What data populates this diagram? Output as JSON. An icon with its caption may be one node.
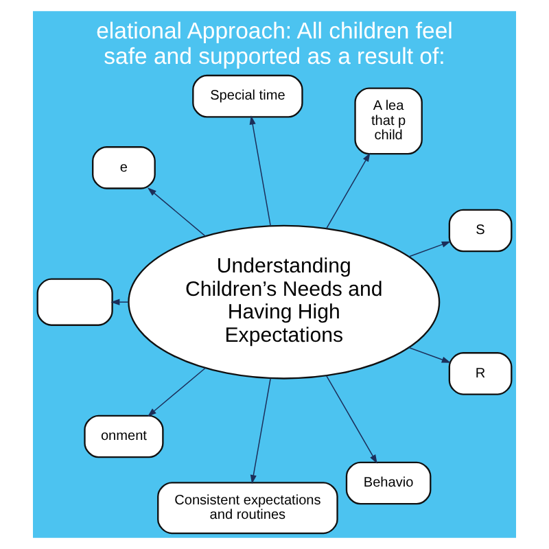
{
  "diagram": {
    "title": "elational Approach: All children feel safe and supported as a result of:",
    "nodes": [
      {
        "text": [
          "Special time"
        ]
      },
      {
        "text": [
          "e"
        ]
      },
      {
        "text": [
          "A lea that p child"
        ]
      },
      {
        "text": [
          "Understanding Children’s Needs and Having High Expectations"
        ]
      },
      {
        "text": [],
        "shape": "box"
      },
      {
        "text": [
          "S"
        ]
      },
      {
        "text": [
          "R"
        ]
      },
      {
        "text": [
          "onment"
        ]
      },
      {
        "text": [
          "Consistent expectations and routines"
        ]
      },
      {
        "text": [
          "Behavio"
        ]
      }
    ],
    "edges": [
      {
        "from": 3,
        "to": 0,
        "arrow": "to"
      },
      {
        "from": 3,
        "to": 1,
        "arrow": "to"
      },
      {
        "from": 3,
        "to": 2,
        "arrow": "to"
      },
      {
        "from": 3,
        "to": 4,
        "arrow": "to"
      },
      {
        "from": 3,
        "to": 5,
        "arrow": "to"
      },
      {
        "from": 3,
        "to": 6,
        "arrow": "to"
      },
      {
        "from": 3,
        "to": 7,
        "arrow": "to"
      },
      {
        "from": 3,
        "to": 8,
        "arrow": "to"
      },
      {
        "from": 3,
        "to": 9,
        "arrow": "to"
      }
    ]
  }
}
